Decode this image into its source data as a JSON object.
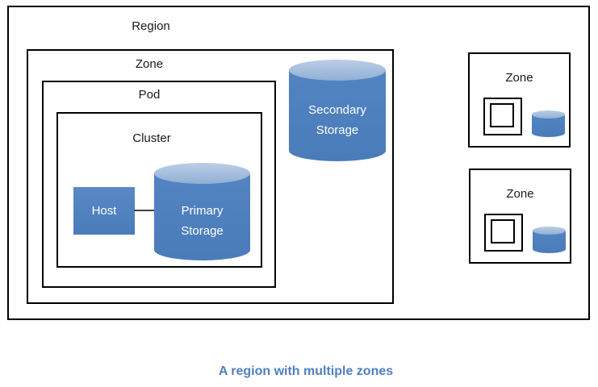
{
  "diagram": {
    "region_label": "Region",
    "zone_main_label": "Zone",
    "pod_label": "Pod",
    "cluster_label": "Cluster",
    "host_label": "Host",
    "primary_storage_label": "Primary Storage",
    "secondary_storage_label": "Secondary Storage",
    "right_zone_1_label": "Zone",
    "right_zone_2_label": "Zone"
  },
  "caption": "A region with multiple zones",
  "colors": {
    "shape_blue": "#4d80bd",
    "cylinder_top_light": "#9cb8db",
    "outline_black": "#000000",
    "connector_gray": "#3f3f3f",
    "caption_blue": "#4f81bd",
    "background": "#ffffff"
  }
}
